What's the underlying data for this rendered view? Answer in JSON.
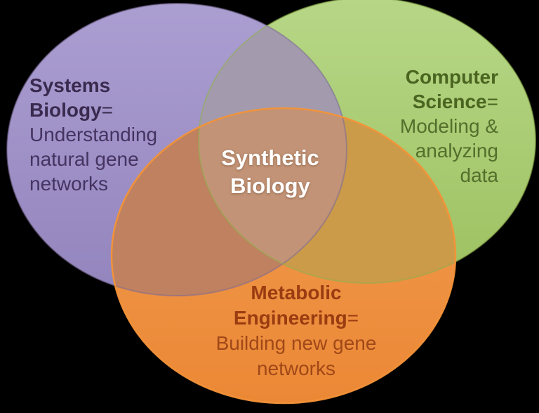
{
  "theme_colors": {
    "background": "#000000",
    "purple-top": "#ab9ed1",
    "purple-bottom": "#9385bd",
    "purple-stroke": "#7a6a96",
    "purple-text-bold": "#3a2a4f",
    "purple-text-reg": "#453361",
    "green-top": "#b7d787",
    "green-bottom": "#9dc161",
    "green-stroke": "#8fae4d",
    "green-text-bold": "#4a6520",
    "green-text-reg": "#546f2c",
    "orange-top": "#f19d50",
    "orange-bottom": "#eb8836",
    "orange-stroke": "#f39238",
    "orange-text-bold": "#9a3c11",
    "orange-text-reg": "#a04818",
    "overlap-purple-green": "#a39bad",
    "overlap-purple-orange": "#bf8160",
    "overlap-green-orange": "#cb9b4a",
    "overlap-center": "#c29376",
    "center-text": "#ffffff"
  },
  "diagram": {
    "center_label": {
      "line1": "Synthetic",
      "line2": "Biology"
    },
    "circles": [
      {
        "id": "systems-biology",
        "name_lines": [
          "Systems",
          "Biology"
        ],
        "equals_suffix": "=",
        "desc_lines": [
          "Understanding",
          "natural gene",
          "networks"
        ]
      },
      {
        "id": "computer-science",
        "name_lines": [
          "Computer",
          "Science"
        ],
        "equals_suffix": "=",
        "desc_lines": [
          "Modeling &",
          "analyzing",
          "data"
        ]
      },
      {
        "id": "metabolic-engineering",
        "name_lines": [
          "Metabolic",
          "Engineering"
        ],
        "equals_suffix": "=",
        "desc_lines": [
          "Building new gene",
          "networks"
        ]
      }
    ]
  }
}
